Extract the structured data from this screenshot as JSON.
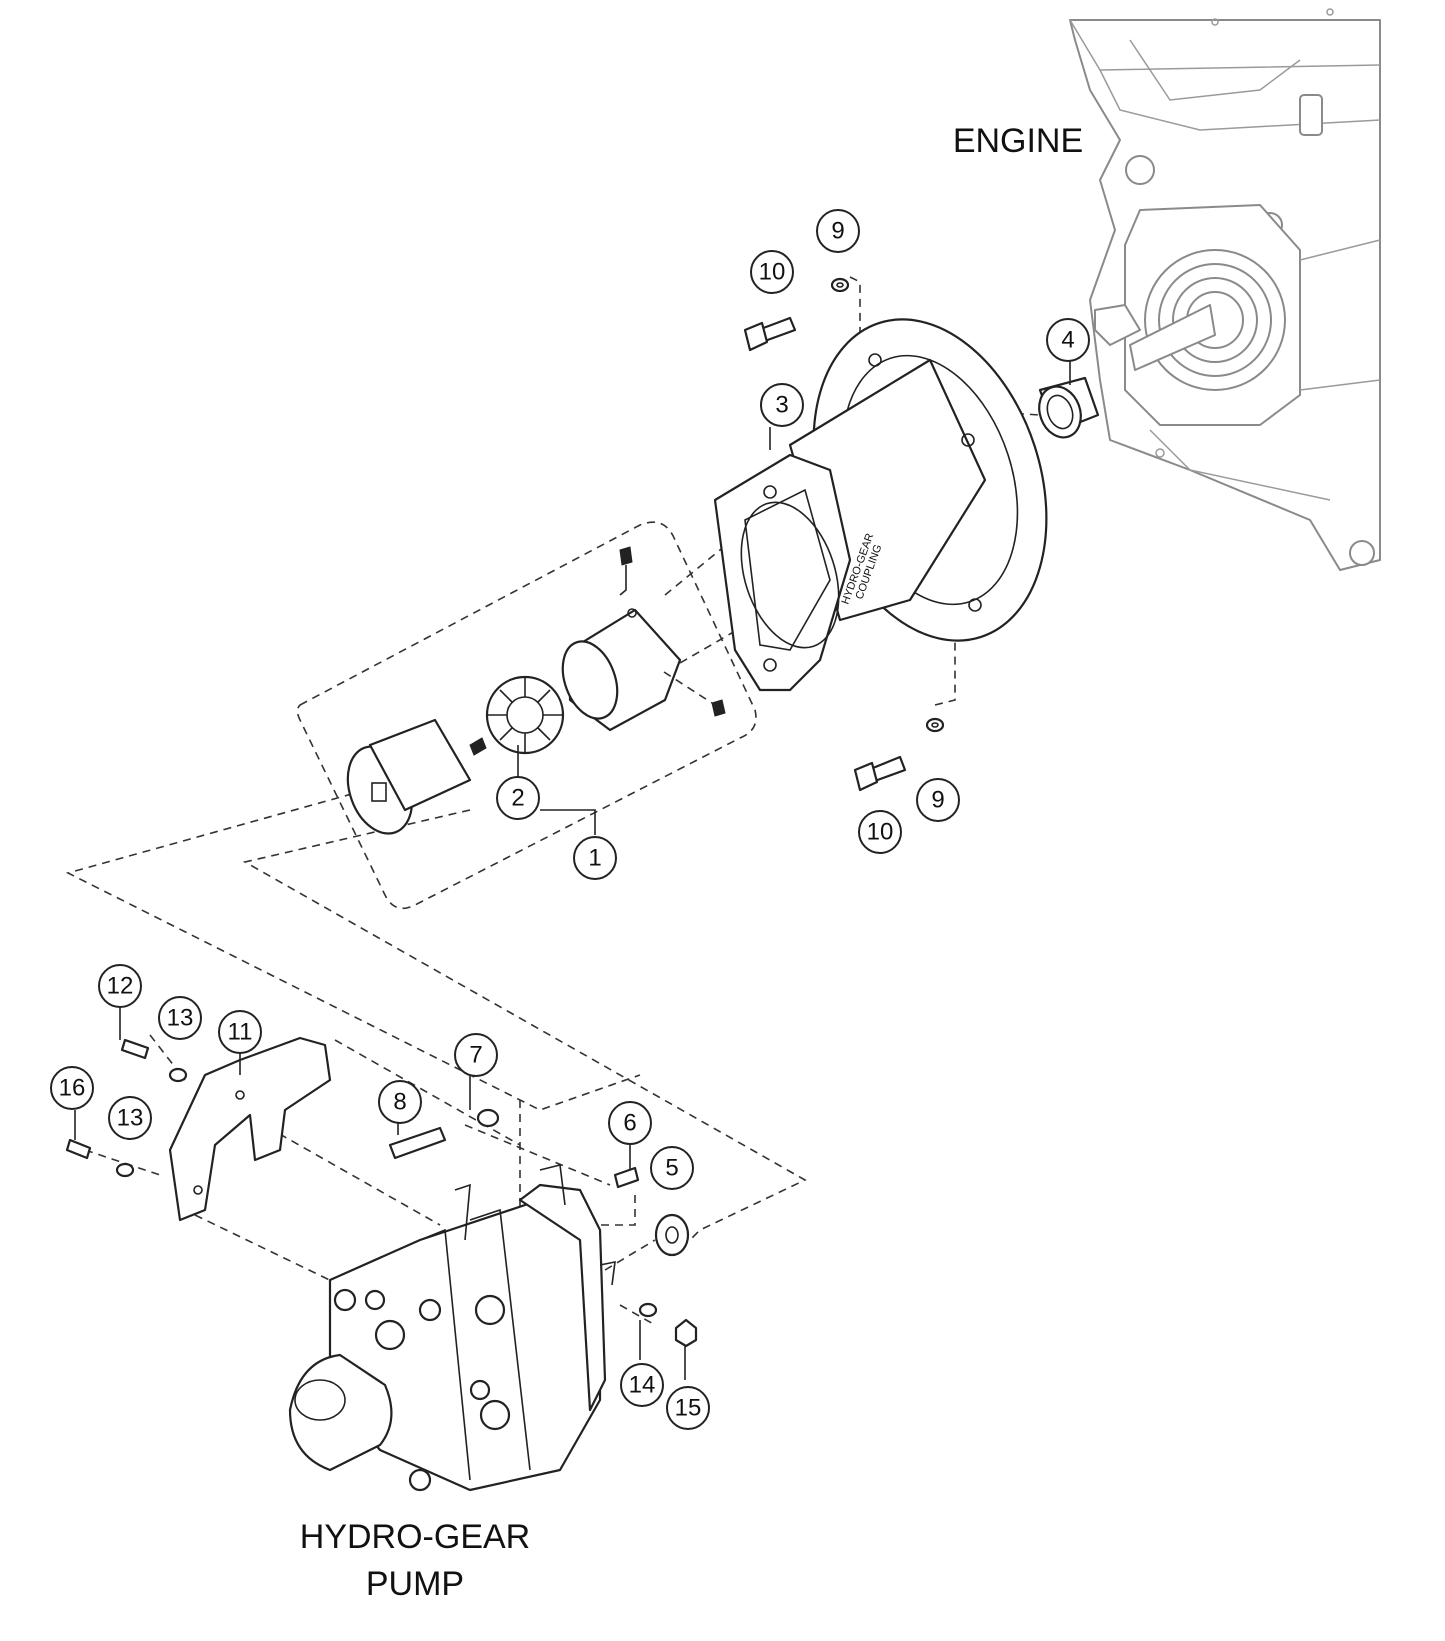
{
  "labels": {
    "engine": "ENGINE",
    "pump_line1": "HYDRO-GEAR",
    "pump_line2": "PUMP"
  },
  "callouts": {
    "c1": "1",
    "c2": "2",
    "c3": "3",
    "c4": "4",
    "c5": "5",
    "c6": "6",
    "c7": "7",
    "c8": "8",
    "c9a": "9",
    "c9b": "9",
    "c10a": "10",
    "c10b": "10",
    "c11": "11",
    "c12": "12",
    "c13a": "13",
    "c13b": "13",
    "c14": "14",
    "c15": "15",
    "c16": "16"
  },
  "colors": {
    "line": "#222222",
    "engine_line": "#8a8a8a",
    "background": "#ffffff"
  }
}
